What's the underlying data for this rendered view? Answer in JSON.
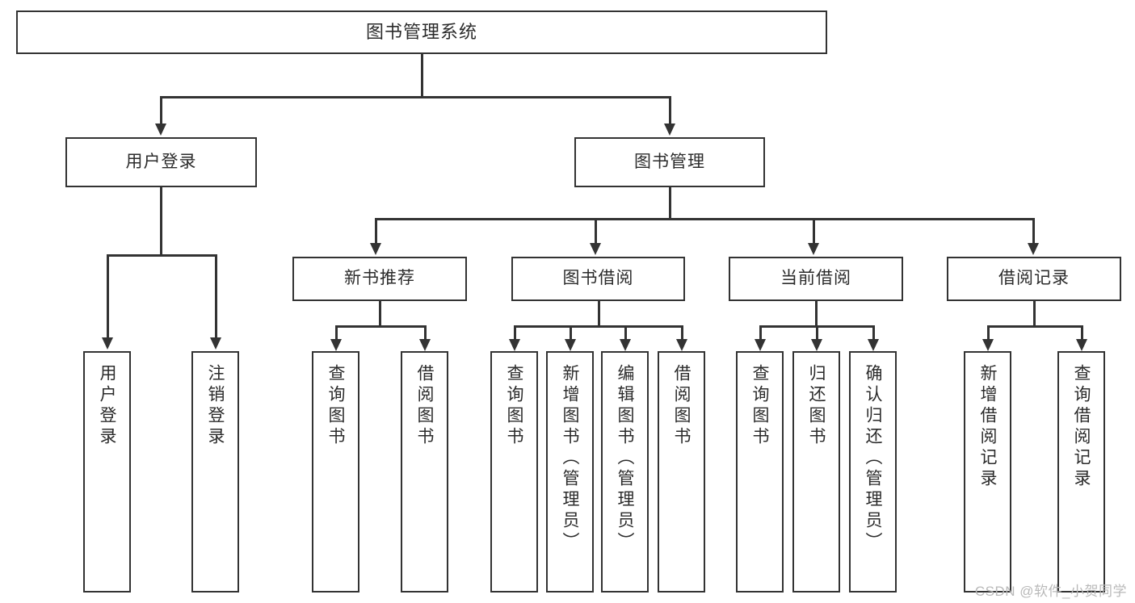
{
  "diagram": {
    "type": "tree",
    "title": "图书管理系统",
    "root": {
      "label": "图书管理系统"
    },
    "level2": [
      {
        "label": "用户登录"
      },
      {
        "label": "图书管理"
      }
    ],
    "level3": [
      {
        "label": "新书推荐"
      },
      {
        "label": "图书借阅"
      },
      {
        "label": "当前借阅"
      },
      {
        "label": "借阅记录"
      }
    ],
    "leaves": {
      "user_login": [
        {
          "label": "用户登录"
        },
        {
          "label": "注销登录"
        }
      ],
      "new_book_recommend": [
        {
          "label": "查询图书"
        },
        {
          "label": "借阅图书"
        }
      ],
      "book_borrow": [
        {
          "label": "查询图书"
        },
        {
          "label": "新增图书（管理员）"
        },
        {
          "label": "编辑图书（管理员）"
        },
        {
          "label": "借阅图书"
        }
      ],
      "current_borrow": [
        {
          "label": "查询图书"
        },
        {
          "label": "归还图书"
        },
        {
          "label": "确认归还（管理员）"
        }
      ],
      "borrow_record": [
        {
          "label": "新增借阅记录"
        },
        {
          "label": "查询借阅记录"
        }
      ]
    },
    "colors": {
      "stroke": "#333333",
      "fill": "#ffffff",
      "text": "#2b2b2b",
      "watermark": "#b9b9b9"
    }
  },
  "watermark": {
    "text": "CSDN @软件_小贺同学"
  }
}
